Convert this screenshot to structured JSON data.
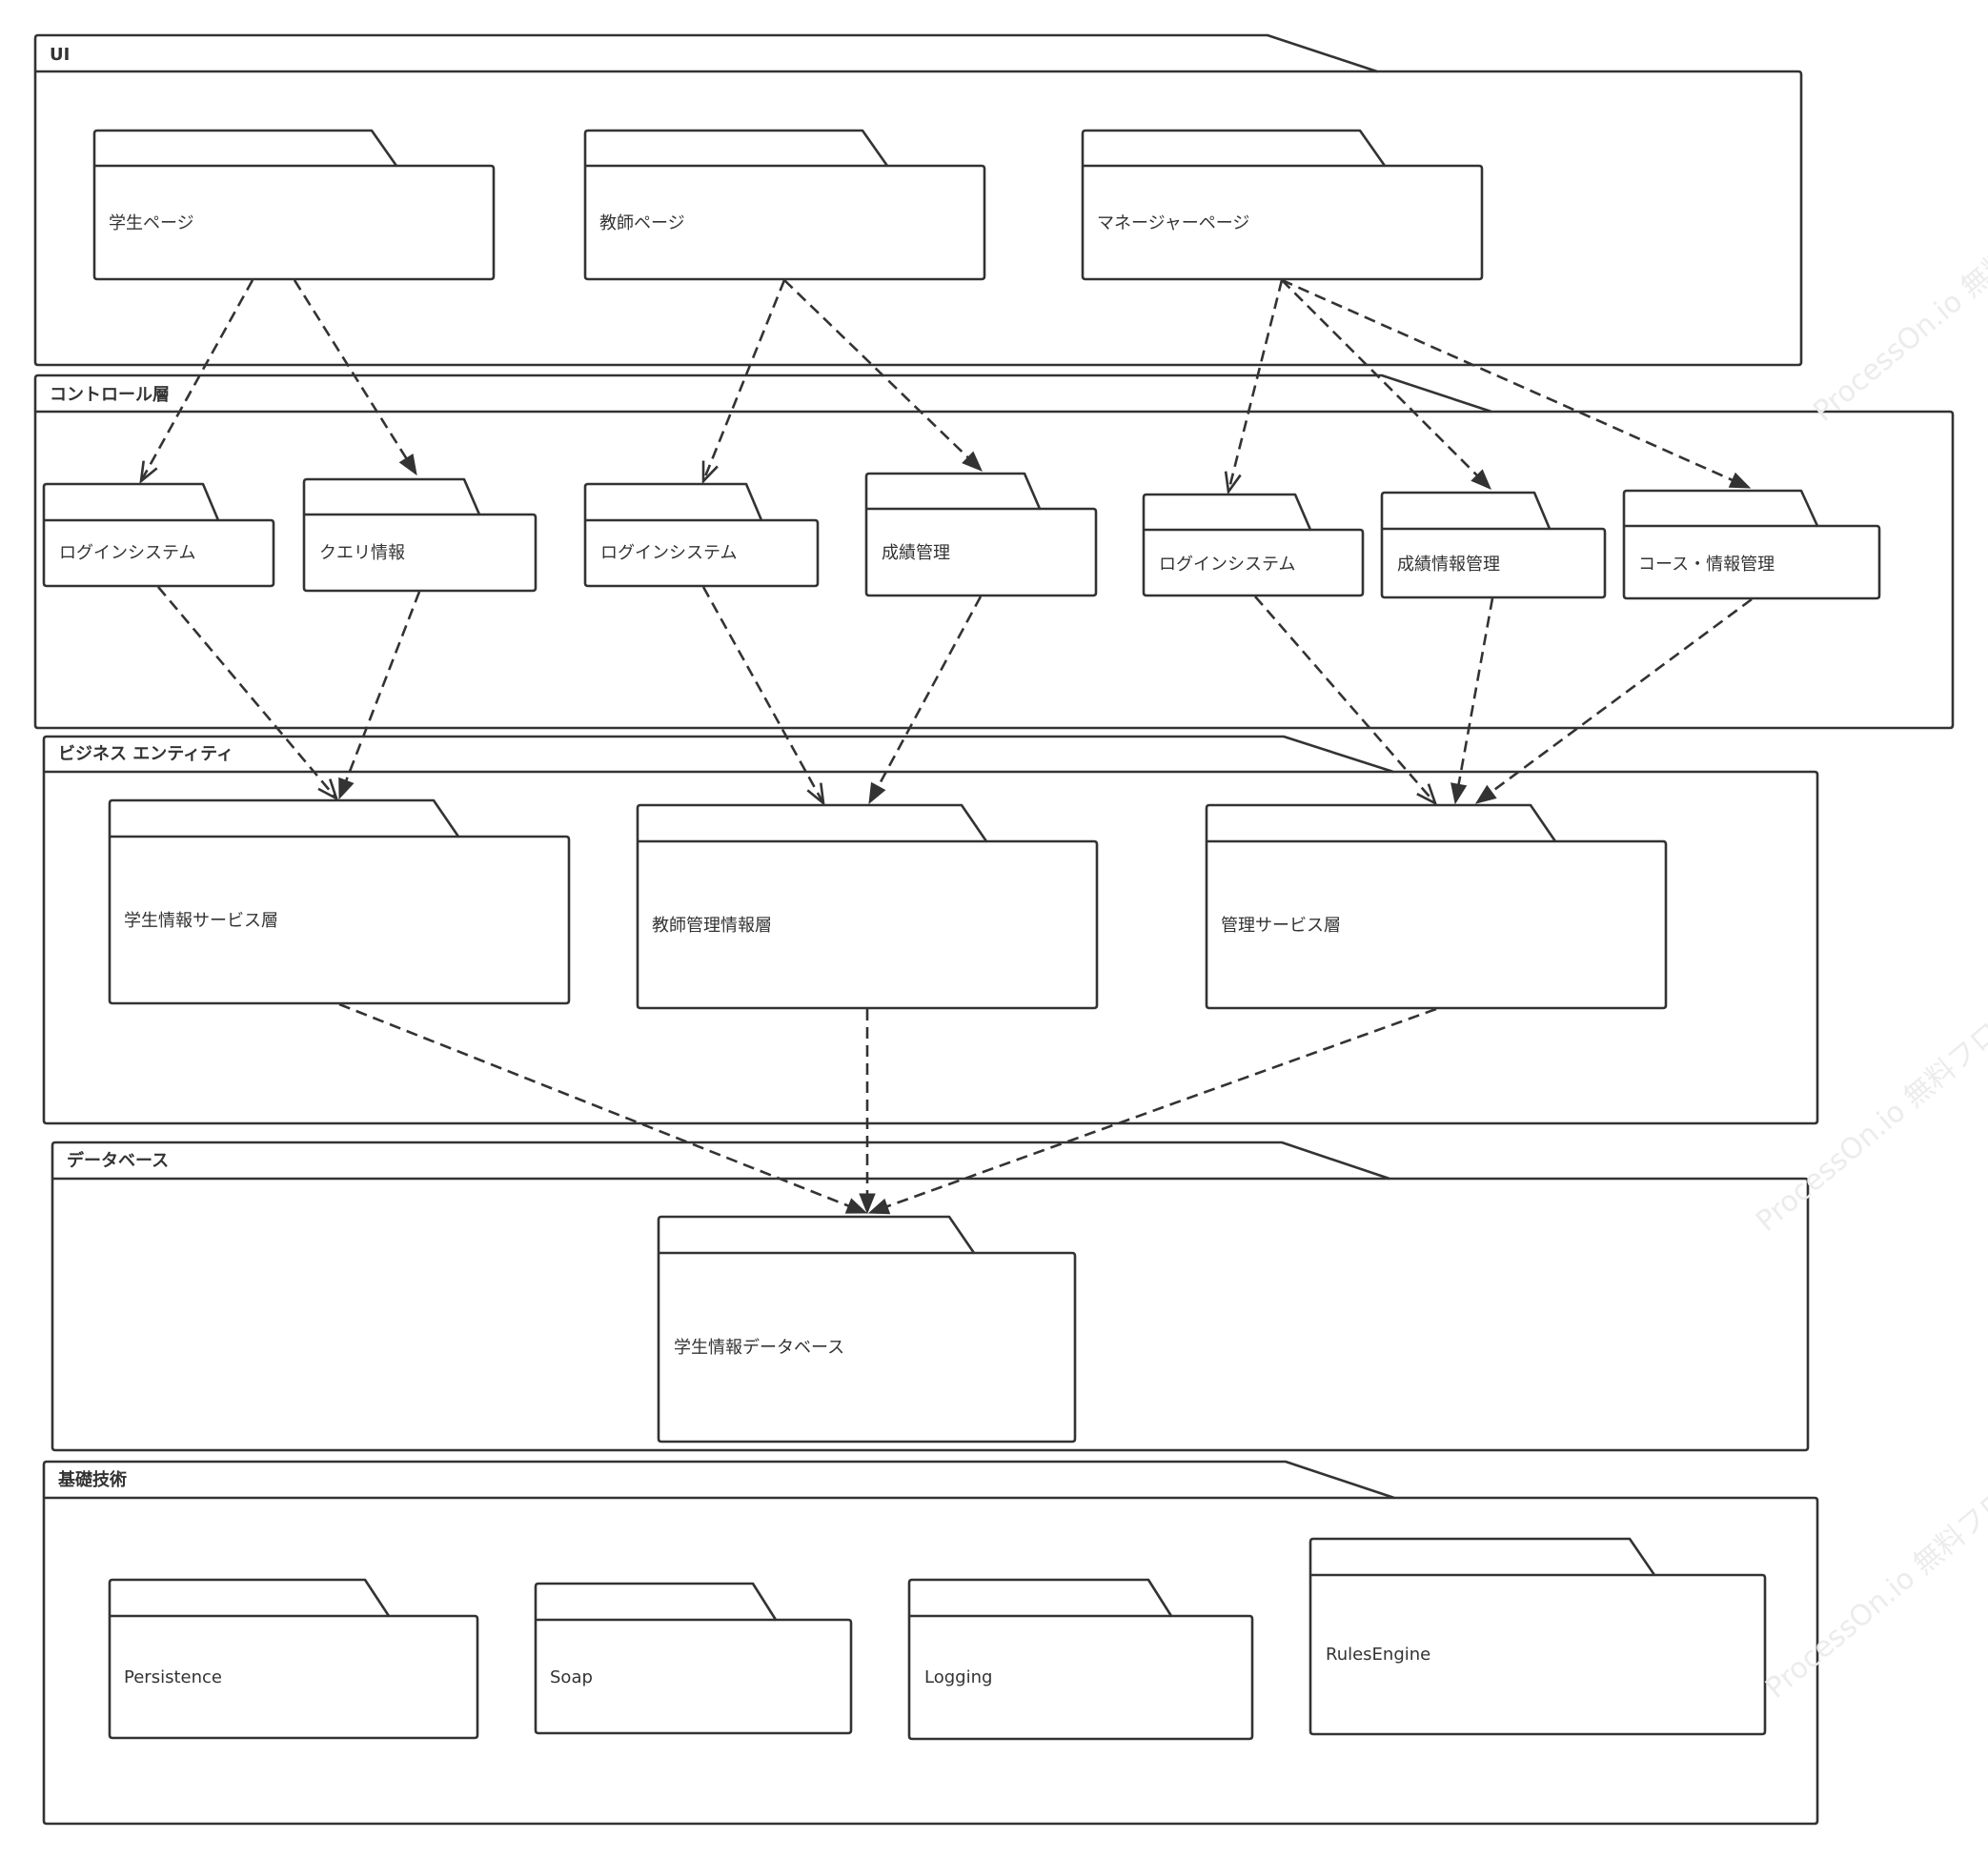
{
  "layers": {
    "ui": {
      "title": "UI",
      "packages": {
        "student_page": "学生ページ",
        "teacher_page": "教師ページ",
        "manager_page": "マネージャーページ"
      }
    },
    "control": {
      "title": "コントロール層",
      "packages": {
        "student_login": "ログインシステム",
        "query_info": "クエリ情報",
        "teacher_login": "ログインシステム",
        "grade_mgmt": "成績管理",
        "manager_login": "ログインシステム",
        "grade_info_mgmt": "成績情報管理",
        "course_info_mgmt": "コース・情報管理"
      }
    },
    "business": {
      "title": "ビジネス エンティティ",
      "packages": {
        "student_service": "学生情報サービス層",
        "teacher_mgmt": "教師管理情報層",
        "mgmt_service": "管理サービス層"
      }
    },
    "database": {
      "title": "データベース",
      "packages": {
        "student_db": "学生情報データベース"
      }
    },
    "foundation": {
      "title": "基礎技術",
      "packages": {
        "persistence": "Persistence",
        "soap": "Soap",
        "logging": "Logging",
        "rules_engine": "RulesEngine"
      }
    }
  },
  "dependencies": [
    {
      "from": "学生ページ",
      "to": "ログインシステム",
      "arrow": "open"
    },
    {
      "from": "学生ページ",
      "to": "クエリ情報",
      "arrow": "filled"
    },
    {
      "from": "教師ページ",
      "to": "ログインシステム",
      "arrow": "open"
    },
    {
      "from": "教師ページ",
      "to": "成績管理",
      "arrow": "filled"
    },
    {
      "from": "マネージャーページ",
      "to": "ログインシステム",
      "arrow": "open"
    },
    {
      "from": "マネージャーページ",
      "to": "成績情報管理",
      "arrow": "filled"
    },
    {
      "from": "マネージャーページ",
      "to": "コース・情報管理",
      "arrow": "filled"
    },
    {
      "from": "ログインシステム",
      "to": "学生情報サービス層",
      "arrow": "open"
    },
    {
      "from": "クエリ情報",
      "to": "学生情報サービス層",
      "arrow": "filled"
    },
    {
      "from": "ログインシステム",
      "to": "教師管理情報層",
      "arrow": "open"
    },
    {
      "from": "成績管理",
      "to": "教師管理情報層",
      "arrow": "filled"
    },
    {
      "from": "ログインシステム",
      "to": "管理サービス層",
      "arrow": "open"
    },
    {
      "from": "成績情報管理",
      "to": "管理サービス層",
      "arrow": "filled"
    },
    {
      "from": "コース・情報管理",
      "to": "管理サービス層",
      "arrow": "filled"
    },
    {
      "from": "学生情報サービス層",
      "to": "学生情報データベース",
      "arrow": "filled"
    },
    {
      "from": "教師管理情報層",
      "to": "学生情報データベース",
      "arrow": "filled"
    },
    {
      "from": "管理サービス層",
      "to": "学生情報データベース",
      "arrow": "filled"
    }
  ],
  "watermark": "ProcessOn.io 無料フローチャート"
}
